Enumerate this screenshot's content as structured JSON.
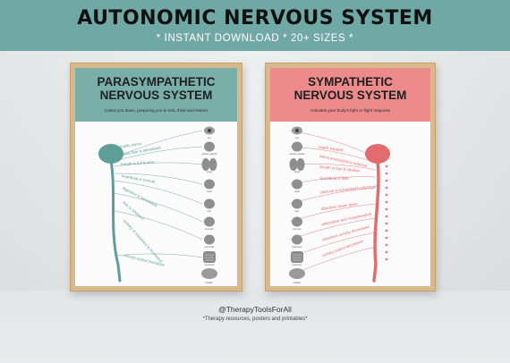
{
  "banner": {
    "title": "AUTONOMIC NERVOUS SYSTEM",
    "subtitle": "* INSTANT DOWNLOAD * 20+ SIZES *"
  },
  "left_poster": {
    "title_line1": "PARASYMPATHETIC",
    "title_line2": "NERVOUS SYSTEM",
    "caption": "Calms you down, preparing you to rest, think and restore",
    "accent": "#7aaea9",
    "nerve_color": "#5e9e99",
    "effects": [
      "pupils shrink",
      "saliva flow is stimulated",
      "breath is full & slow",
      "heartbeat is normal",
      "digestion is stimulated",
      "bile is released",
      "activity of intestines is increased",
      "urinary output increases"
    ]
  },
  "right_poster": {
    "title_line1": "SYMPATHETIC",
    "title_line2": "NERVOUS SYSTEM",
    "caption": "Activates your body's fight or flight response",
    "accent": "#ec8a8c",
    "nerve_color": "#e16b6e",
    "effects": [
      "pupils expand",
      "saliva production is reduced",
      "breath is fast & shallow",
      "heartbeat is fast",
      "glucose is converted to glycogen",
      "digestion slows down",
      "adrenaline and noradrenaline",
      "intestines activity decreased",
      "urinary output decreases"
    ]
  },
  "organs": [
    "eye",
    "salivary glands",
    "lungs",
    "heart",
    "liver",
    "stomach",
    "pancreas",
    "intestines",
    "bladder"
  ],
  "credit": {
    "handle": "@TherapyToolsForAll",
    "tagline": "*Therapy resources, posters and printables*"
  }
}
